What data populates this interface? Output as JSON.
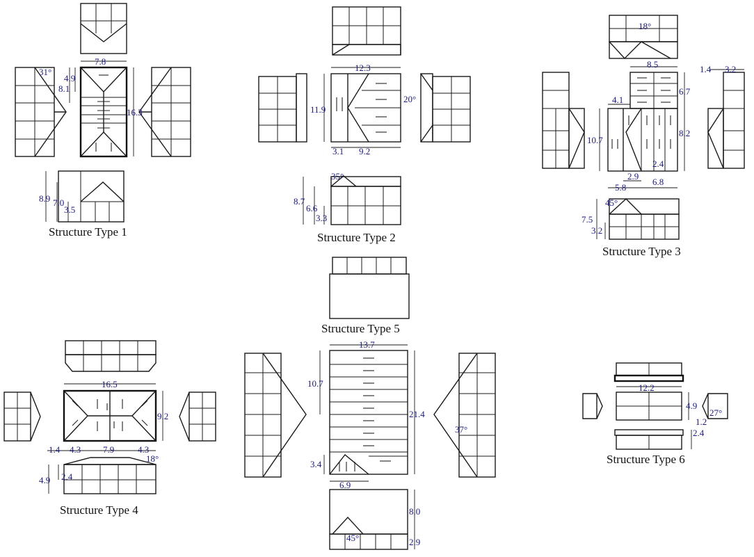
{
  "structures": [
    {
      "caption": "Structure Type 1",
      "dims": [
        "31°",
        "7.8",
        "4.9",
        "8.1",
        "16.3",
        "8.9",
        "7.0",
        "3.5"
      ]
    },
    {
      "caption": "Structure Type 2",
      "dims": [
        "12.3",
        "11.9",
        "20°",
        "3.1",
        "9.2",
        "35°",
        "8.7",
        "6.6",
        "3.3"
      ]
    },
    {
      "caption": "Structure Type 3",
      "dims": [
        "18°",
        "8.5",
        "1.4",
        "3.2",
        "6.7",
        "4.1",
        "10.7",
        "8.2",
        "2.4",
        "2.9",
        "5.8",
        "6.8",
        "45°",
        "7.5",
        "3.2"
      ]
    },
    {
      "caption": "Structure Type 4",
      "dims": [
        "16.5",
        "9.2",
        "1.4",
        "4.3",
        "7.9",
        "4.3",
        "18°",
        "2.4",
        "4.9"
      ]
    },
    {
      "caption": "Structure Type 5",
      "dims": [
        "13.7",
        "10.7",
        "21.4",
        "37°",
        "3.4",
        "6.9",
        "8.0",
        "45°",
        "2.9"
      ]
    },
    {
      "caption": "Structure Type 6",
      "dims": [
        "12.2",
        "4.9",
        "27°",
        "1.2",
        "2.4"
      ]
    }
  ]
}
